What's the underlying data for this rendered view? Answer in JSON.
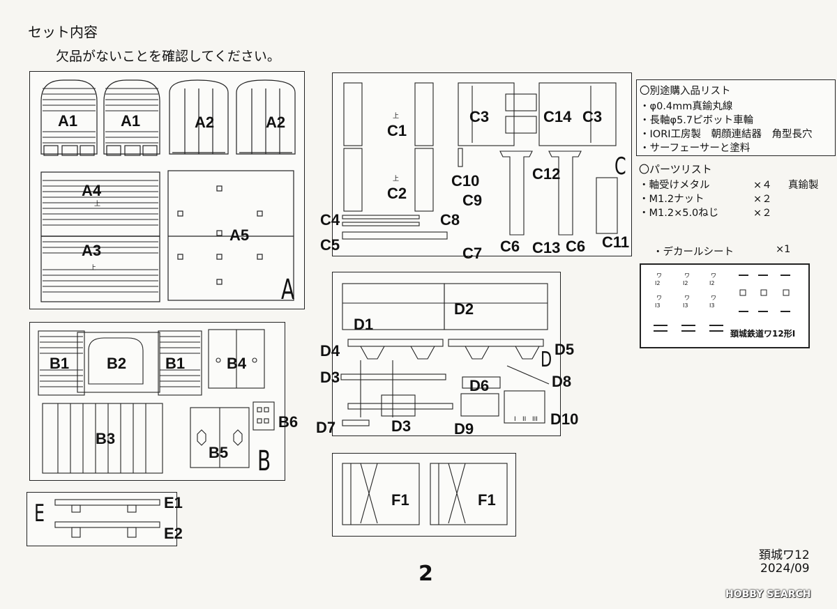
{
  "header": {
    "title": "セット内容",
    "subtitle": "欠品がないことを確認してください。"
  },
  "sprues": {
    "A": {
      "letter": "A",
      "parts": [
        "A1",
        "A1",
        "A2",
        "A2",
        "A4",
        "A5",
        "A3"
      ],
      "marks": [
        "上",
        "上"
      ]
    },
    "B": {
      "letter": "B",
      "parts": [
        "B1",
        "B2",
        "B1",
        "B4",
        "B3",
        "B6",
        "B5"
      ]
    },
    "C": {
      "letter": "C",
      "parts": [
        "C1",
        "C2",
        "C3",
        "C14",
        "C3",
        "C10",
        "C12",
        "C9",
        "C4",
        "C8",
        "C5",
        "C7",
        "C6",
        "C13",
        "C6",
        "C11"
      ],
      "marks": [
        "上",
        "上"
      ]
    },
    "D": {
      "letter": "D",
      "parts": [
        "D1",
        "D2",
        "D4",
        "D5",
        "D3",
        "D6",
        "D8",
        "D3",
        "D7",
        "D9",
        "D10"
      ],
      "marks": [
        "I",
        "II",
        "III"
      ]
    },
    "E": {
      "letter": "E",
      "parts": [
        "E1",
        "E2"
      ]
    },
    "F": {
      "parts": [
        "F1",
        "F1"
      ]
    }
  },
  "purchase_list": {
    "heading": "〇別途購入品リスト",
    "items": [
      "・φ0.4mm真鍮丸線",
      "・長軸φ5.7ピボット車輪",
      "・IORI工房製　朝顔連結器　角型長穴",
      "・サーフェーサーと塗料"
    ]
  },
  "parts_list": {
    "heading": "〇パーツリスト",
    "items": [
      {
        "name": "・軸受けメタル",
        "qty": "×４",
        "note": "真鍮製"
      },
      {
        "name": "・M1.2ナット",
        "qty": "×２",
        "note": ""
      },
      {
        "name": "・M1.2×5.0ねじ",
        "qty": "×２",
        "note": ""
      }
    ]
  },
  "decal": {
    "label": "・デカールシート",
    "qty": "×1",
    "sheet_title": "頚城鉄道ワ12形Ⅰ",
    "marks": [
      "ワ",
      "I2",
      "I3"
    ]
  },
  "footer": {
    "model": "頚城ワ12",
    "date": "2024/09",
    "page": "2",
    "watermark": "HOBBY SEARCH"
  }
}
